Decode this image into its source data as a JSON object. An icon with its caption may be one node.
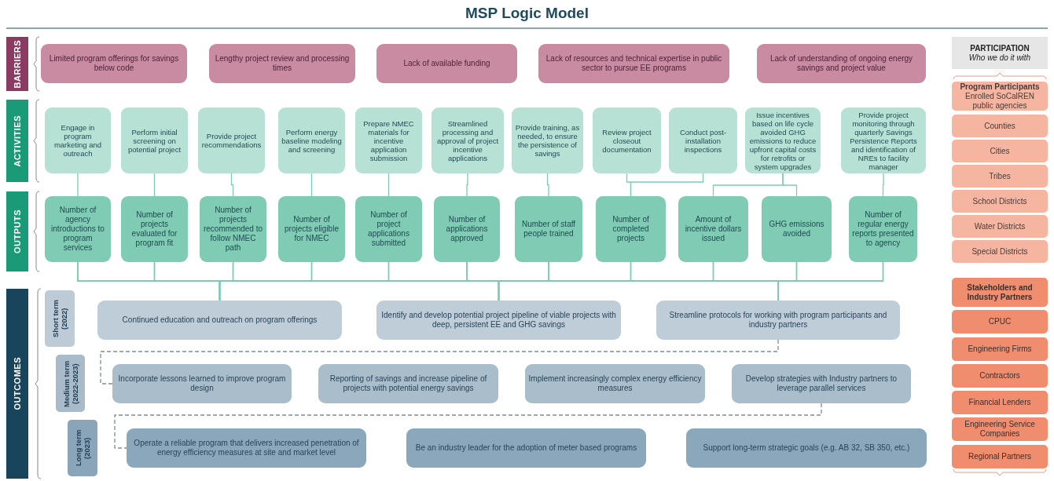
{
  "diagram": {
    "title": "MSP Logic Model",
    "nodes": [
      {
        "text": [
          "BARRIERS"
        ]
      },
      {
        "text": [
          "Limited program offerings for savings below code"
        ]
      },
      {
        "text": [
          "Lengthy project review and processing times"
        ]
      },
      {
        "text": [
          "Lack of available funding"
        ]
      },
      {
        "text": [
          "Lack of resources and technical expertise in public sector to pursue EE programs"
        ]
      },
      {
        "text": [
          "Lack of understanding of ongoing energy savings and project value"
        ]
      },
      {
        "text": [
          "ACTIVITIES"
        ]
      },
      {
        "text": [
          "Engage in program marketing and outreach"
        ]
      },
      {
        "text": [
          "Perform initial screening on potential project"
        ]
      },
      {
        "text": [
          "Provide project recommendations"
        ]
      },
      {
        "text": [
          "Perform energy baseline modeling and screening"
        ]
      },
      {
        "text": [
          "Prepare NMEC materials for incentive application submission"
        ]
      },
      {
        "text": [
          "Streamlined processing and approval of project incentive applications"
        ]
      },
      {
        "text": [
          "Provide training, as needed, to ensure the persistence of savings"
        ]
      },
      {
        "text": [
          "Review project closeout documentation"
        ]
      },
      {
        "text": [
          "Conduct post-installation inspections"
        ]
      },
      {
        "text": [
          "Issue incentives based on life cycle avoided GHG emissions to reduce upfront capital costs for retrofits or system upgrades"
        ]
      },
      {
        "text": [
          "Provide project monitoring through quarterly Savings Persistence Reports and identification of NREs to facility manager"
        ]
      },
      {
        "text": [
          "OUTPUTS"
        ]
      },
      {
        "text": [
          "Number of agency introductions to program services"
        ]
      },
      {
        "text": [
          "Number of projects evaluated for program fit"
        ]
      },
      {
        "text": [
          "Number of projects recommended to follow NMEC path"
        ]
      },
      {
        "text": [
          "Number of projects eligible for NMEC"
        ]
      },
      {
        "text": [
          "Number of project applications submitted"
        ]
      },
      {
        "text": [
          "Number of applications approved"
        ]
      },
      {
        "text": [
          "Number of staff people trained"
        ]
      },
      {
        "text": [
          "Number of completed projects"
        ]
      },
      {
        "text": [
          "Amount of incentive dollars issued"
        ]
      },
      {
        "text": [
          "GHG emissions avoided"
        ]
      },
      {
        "text": [
          "Number of regular energy reports presented to agency"
        ]
      },
      {
        "text": [
          "OUTCOMES"
        ]
      },
      {
        "text": [
          "Short term (2022)"
        ]
      },
      {
        "text": [
          "Continued education and outreach on program offerings"
        ]
      },
      {
        "text": [
          "Identify and develop potential project pipeline of viable projects with deep, persistent EE and GHG savings"
        ]
      },
      {
        "text": [
          "Streamline protocols for working with program participants and industry partners"
        ]
      },
      {
        "text": [
          "Medium term (2022-2023)"
        ]
      },
      {
        "text": [
          "Incorporate lessons learned to improve program design"
        ]
      },
      {
        "text": [
          "Reporting of savings and increase pipeline of projects with potential energy savings"
        ]
      },
      {
        "text": [
          "Implement increasingly complex energy efficiency measures"
        ]
      },
      {
        "text": [
          "Develop strategies with Industry partners to leverage parallel services"
        ]
      },
      {
        "text": [
          "Long term (2023)"
        ]
      },
      {
        "text": [
          "Operate a reliable program that delivers increased penetration of energy efficiency measures at site and market level"
        ]
      },
      {
        "text": [
          "Be an industry leader for the adoption of meter based programs"
        ]
      },
      {
        "text": [
          "Support long-term strategic goals (e.g. AB 32, SB 350, etc.)"
        ]
      },
      {
        "text": [
          "PARTICIPATION",
          "Who we do it with"
        ]
      },
      {
        "text": [
          "Program Participants",
          "Enrolled SoCalREN public agencies"
        ]
      },
      {
        "text": [
          "Counties"
        ]
      },
      {
        "text": [
          "Cities"
        ]
      },
      {
        "text": [
          "Tribes"
        ]
      },
      {
        "text": [
          "School Districts"
        ]
      },
      {
        "text": [
          "Water Districts"
        ]
      },
      {
        "text": [
          "Special Districts"
        ]
      },
      {
        "text": [
          "Stakeholders and Industry Partners"
        ]
      },
      {
        "text": [
          "CPUC"
        ]
      },
      {
        "text": [
          "Engineering Firms"
        ]
      },
      {
        "text": [
          "Contractors"
        ]
      },
      {
        "text": [
          "Financial Lenders"
        ]
      },
      {
        "text": [
          "Engineering Service Companies"
        ]
      },
      {
        "text": [
          "Regional Partners"
        ]
      }
    ],
    "edges": [
      {
        "from": 7,
        "to": 19,
        "arrow": "none"
      },
      {
        "from": 8,
        "to": 20,
        "arrow": "none"
      },
      {
        "from": 9,
        "to": 21,
        "arrow": "none"
      },
      {
        "from": 10,
        "to": 22,
        "arrow": "none"
      },
      {
        "from": 11,
        "to": 23,
        "arrow": "none"
      },
      {
        "from": 12,
        "to": 24,
        "arrow": "none"
      },
      {
        "from": 13,
        "to": 25,
        "arrow": "none"
      },
      {
        "from": 14,
        "to": 26,
        "arrow": "none"
      },
      {
        "from": 15,
        "to": 26,
        "arrow": "none"
      },
      {
        "from": 16,
        "to": 27,
        "arrow": "none"
      },
      {
        "from": 16,
        "to": 28,
        "arrow": "none"
      },
      {
        "from": 17,
        "to": 29,
        "arrow": "none"
      },
      {
        "from": 19,
        "to": 32,
        "arrow": "none"
      },
      {
        "from": 19,
        "to": 33,
        "arrow": "none"
      },
      {
        "from": 19,
        "to": 34,
        "arrow": "none"
      },
      {
        "from": 20,
        "to": 32,
        "arrow": "none"
      },
      {
        "from": 20,
        "to": 33,
        "arrow": "none"
      },
      {
        "from": 20,
        "to": 34,
        "arrow": "none"
      },
      {
        "from": 21,
        "to": 32,
        "arrow": "none"
      },
      {
        "from": 21,
        "to": 33,
        "arrow": "none"
      },
      {
        "from": 21,
        "to": 34,
        "arrow": "none"
      },
      {
        "from": 22,
        "to": 32,
        "arrow": "none"
      },
      {
        "from": 22,
        "to": 33,
        "arrow": "none"
      },
      {
        "from": 22,
        "to": 34,
        "arrow": "none"
      },
      {
        "from": 23,
        "to": 32,
        "arrow": "none"
      },
      {
        "from": 23,
        "to": 33,
        "arrow": "none"
      },
      {
        "from": 23,
        "to": 34,
        "arrow": "none"
      },
      {
        "from": 24,
        "to": 32,
        "arrow": "none"
      },
      {
        "from": 24,
        "to": 33,
        "arrow": "none"
      },
      {
        "from": 24,
        "to": 34,
        "arrow": "none"
      },
      {
        "from": 25,
        "to": 32,
        "arrow": "none"
      },
      {
        "from": 25,
        "to": 33,
        "arrow": "none"
      },
      {
        "from": 25,
        "to": 34,
        "arrow": "none"
      },
      {
        "from": 26,
        "to": 32,
        "arrow": "none"
      },
      {
        "from": 26,
        "to": 33,
        "arrow": "none"
      },
      {
        "from": 26,
        "to": 34,
        "arrow": "none"
      },
      {
        "from": 27,
        "to": 32,
        "arrow": "none"
      },
      {
        "from": 27,
        "to": 33,
        "arrow": "none"
      },
      {
        "from": 27,
        "to": 34,
        "arrow": "none"
      },
      {
        "from": 28,
        "to": 32,
        "arrow": "none"
      },
      {
        "from": 28,
        "to": 33,
        "arrow": "none"
      },
      {
        "from": 28,
        "to": 34,
        "arrow": "none"
      },
      {
        "from": 29,
        "to": 32,
        "arrow": "none"
      },
      {
        "from": 29,
        "to": 33,
        "arrow": "none"
      },
      {
        "from": 29,
        "to": 34,
        "arrow": "none"
      },
      {
        "from": 34,
        "to": 36,
        "arrow": "none",
        "style": "dashed",
        "color": "#7f8c95"
      },
      {
        "from": 39,
        "to": 41,
        "arrow": "none",
        "style": "dashed",
        "color": "#7f8c95"
      }
    ]
  }
}
